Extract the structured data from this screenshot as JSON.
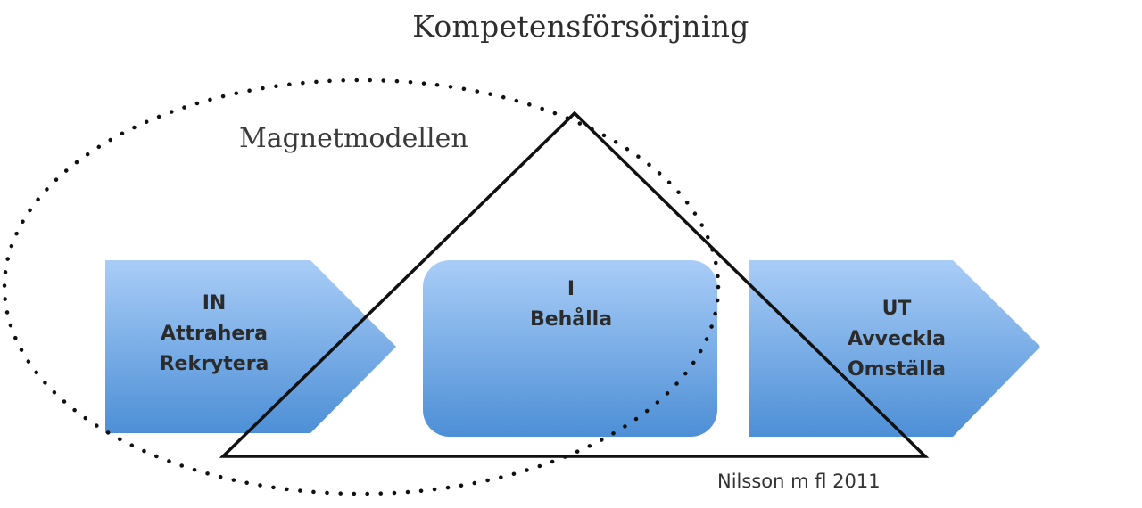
{
  "diagram": {
    "title": "Kompetensförsörjning",
    "subtitle": "Magnetmodellen",
    "boxes": [
      {
        "id": "in",
        "lines": [
          "IN",
          "Attrahera",
          "Rekrytera"
        ]
      },
      {
        "id": "i",
        "lines": [
          "I",
          "Behålla"
        ]
      },
      {
        "id": "ut",
        "lines": [
          "UT",
          "Avveckla",
          "Omställa"
        ]
      }
    ],
    "source": "Nilsson m fl 2011",
    "colors": {
      "box_top": "#a9cdf7",
      "box_bottom": "#4d8fd6",
      "outline": "#111111"
    }
  }
}
